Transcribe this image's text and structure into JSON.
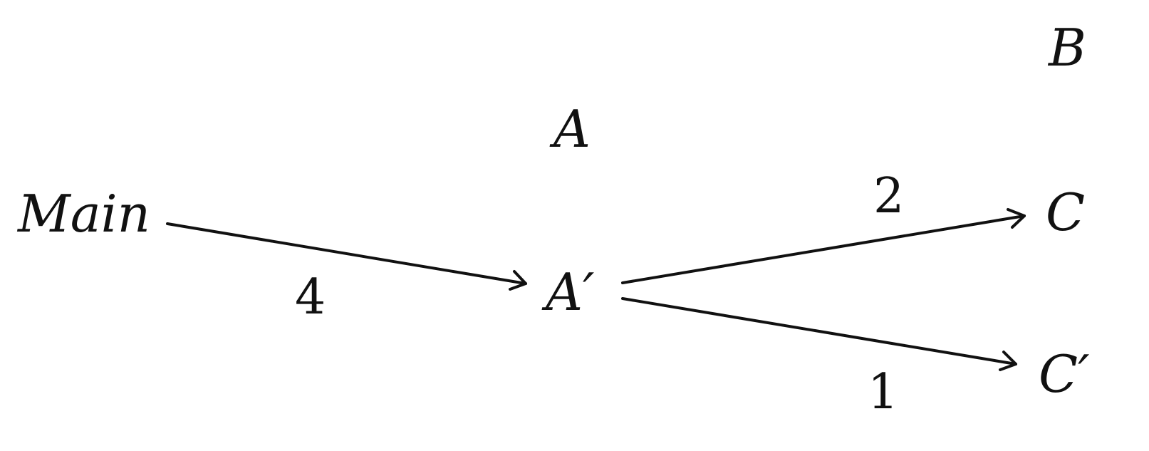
{
  "nodes": {
    "main": "Main",
    "a": "A",
    "a_prime": "A′",
    "b": "B",
    "c": "C",
    "c_prime": "C′"
  },
  "edges": {
    "main_to_a_prime": {
      "label": "4"
    },
    "a_prime_to_c": {
      "label": "2"
    },
    "a_prime_to_c_prime": {
      "label": "1"
    }
  },
  "colors": {
    "ink": "#111111",
    "background": "#ffffff"
  }
}
